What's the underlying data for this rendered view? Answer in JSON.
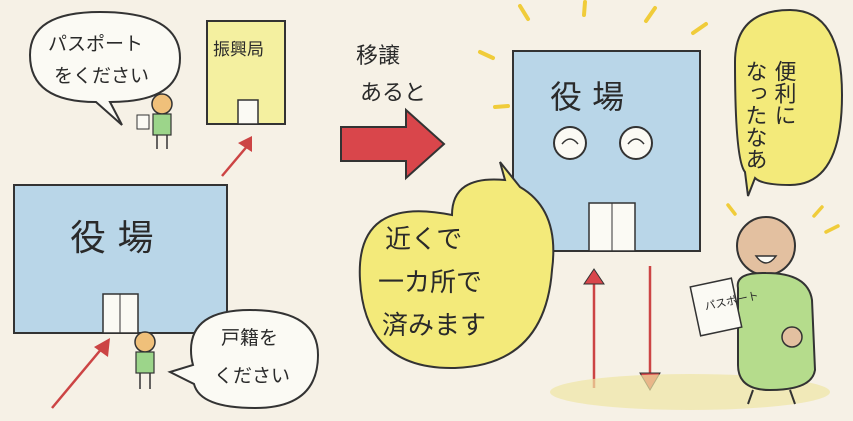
{
  "left": {
    "office_label": "役 場",
    "branch_label": "振興局",
    "bubble_passport": [
      "パスポート",
      "をください"
    ],
    "bubble_koseki": [
      "戸籍を",
      "ください"
    ]
  },
  "middle": {
    "transfer_label": [
      "移譲",
      "あると"
    ]
  },
  "right": {
    "office_label": "役 場",
    "bubble_nearby": [
      "近くで",
      "一カ所で",
      "済みます"
    ],
    "bubble_convenient": [
      "便利に",
      "なったなあ"
    ],
    "passport_sign": "パスポート"
  }
}
